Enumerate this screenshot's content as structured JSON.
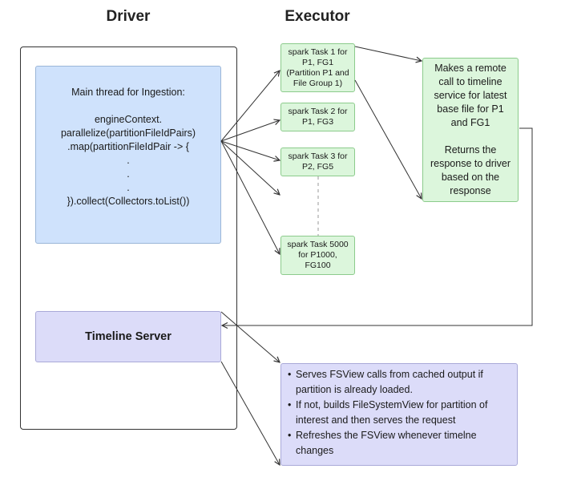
{
  "titles": {
    "driver": "Driver",
    "executor": "Executor"
  },
  "main_thread": {
    "lines": [
      "Main thread for Ingestion:",
      "",
      "engineContext.",
      "parallelize(partitionFileIdPairs)",
      ".map(partitionFileIdPair -> {",
      ".",
      ".",
      ".",
      "}).collect(Collectors.toList())"
    ]
  },
  "timeline_server": {
    "label": "Timeline Server"
  },
  "tasks": [
    {
      "label": "spark Task 1 for P1, FG1 (Partition P1 and File Group 1)"
    },
    {
      "label": "spark Task 2 for P1, FG3"
    },
    {
      "label": "spark Task 3 for P2, FG5"
    },
    {
      "label": "spark Task 5000 for P1000, FG100"
    }
  ],
  "remote_call": {
    "line1": "Makes a remote call to timeline service for latest base file for P1 and FG1",
    "line2": "Returns the response to driver based on the response"
  },
  "timeline_notes": [
    "Serves FSView calls from cached output if partition is already loaded.",
    "If not, builds FileSystemView for partition of interest and then serves the request",
    "Refreshes the FSView whenever timelne changes"
  ],
  "colors": {
    "blue": "#cfe2fc",
    "purple": "#dcdcf9",
    "green": "#dcf6dc",
    "line": "#333333"
  }
}
